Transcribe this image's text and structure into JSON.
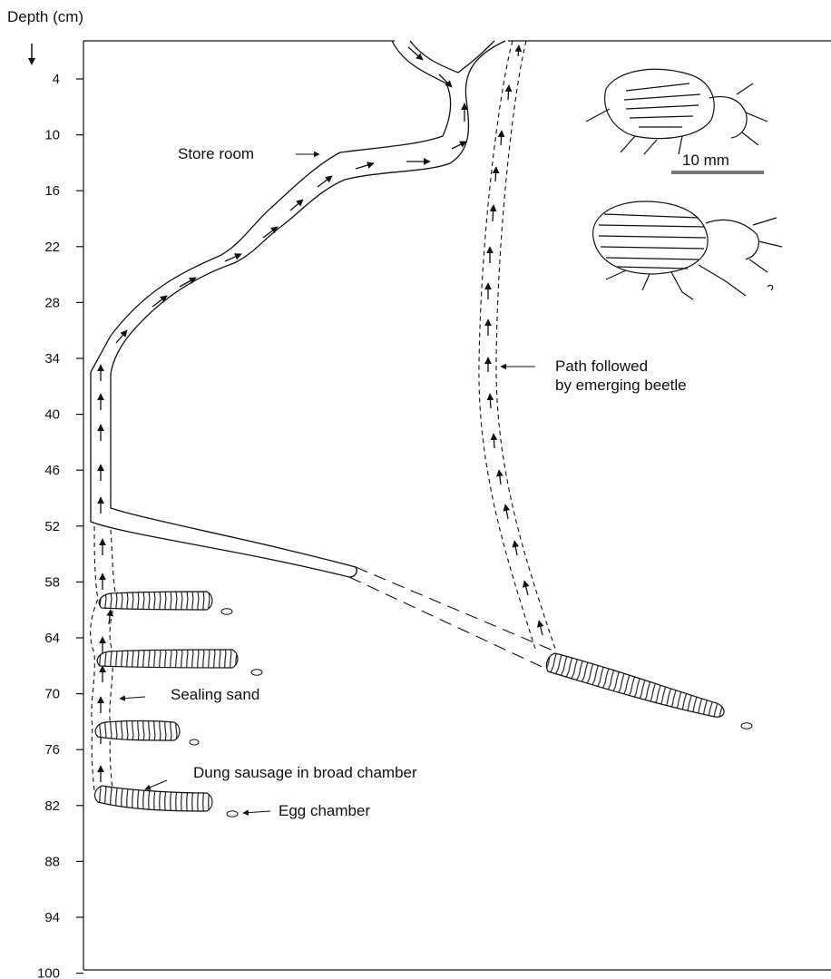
{
  "axis": {
    "title": "Depth (cm)",
    "ticks": [
      "4",
      "10",
      "16",
      "22",
      "28",
      "34",
      "40",
      "46",
      "52",
      "58",
      "64",
      "70",
      "76",
      "82",
      "88",
      "94",
      "100"
    ]
  },
  "labels": {
    "store_room": "Store room",
    "path": "Path followed",
    "path2": "by emerging beetle",
    "sealing": "Sealing sand",
    "dung": "Dung sausage in broad chamber",
    "egg": "Egg chamber",
    "scale": "10 mm"
  }
}
